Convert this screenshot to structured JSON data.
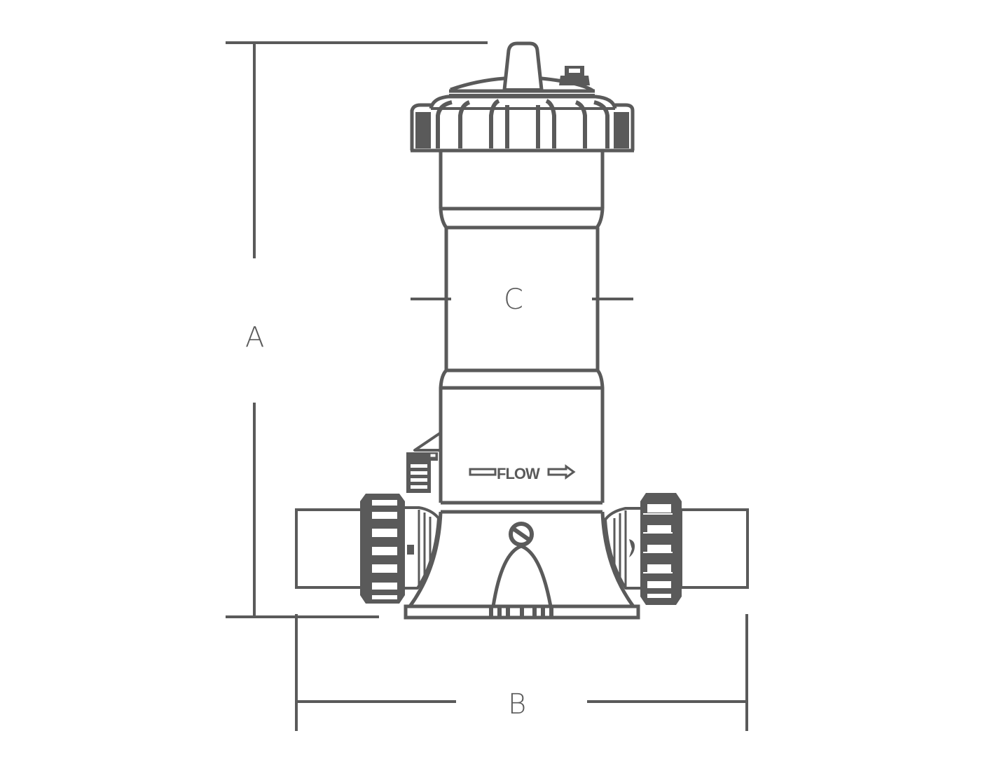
{
  "diagram": {
    "subject": "Inline chlorinator feeder with dimension callouts",
    "stroke_color": "#5a5a5a",
    "background_color": "#ffffff",
    "dimensions": {
      "A": {
        "label": "A",
        "orientation": "vertical",
        "description": "overall height"
      },
      "B": {
        "label": "B",
        "orientation": "horizontal",
        "description": "overall width across pipe stubs"
      },
      "C": {
        "label": "C",
        "orientation": "horizontal",
        "description": "body diameter"
      }
    },
    "markings": {
      "flow_text": "FLOW"
    }
  }
}
